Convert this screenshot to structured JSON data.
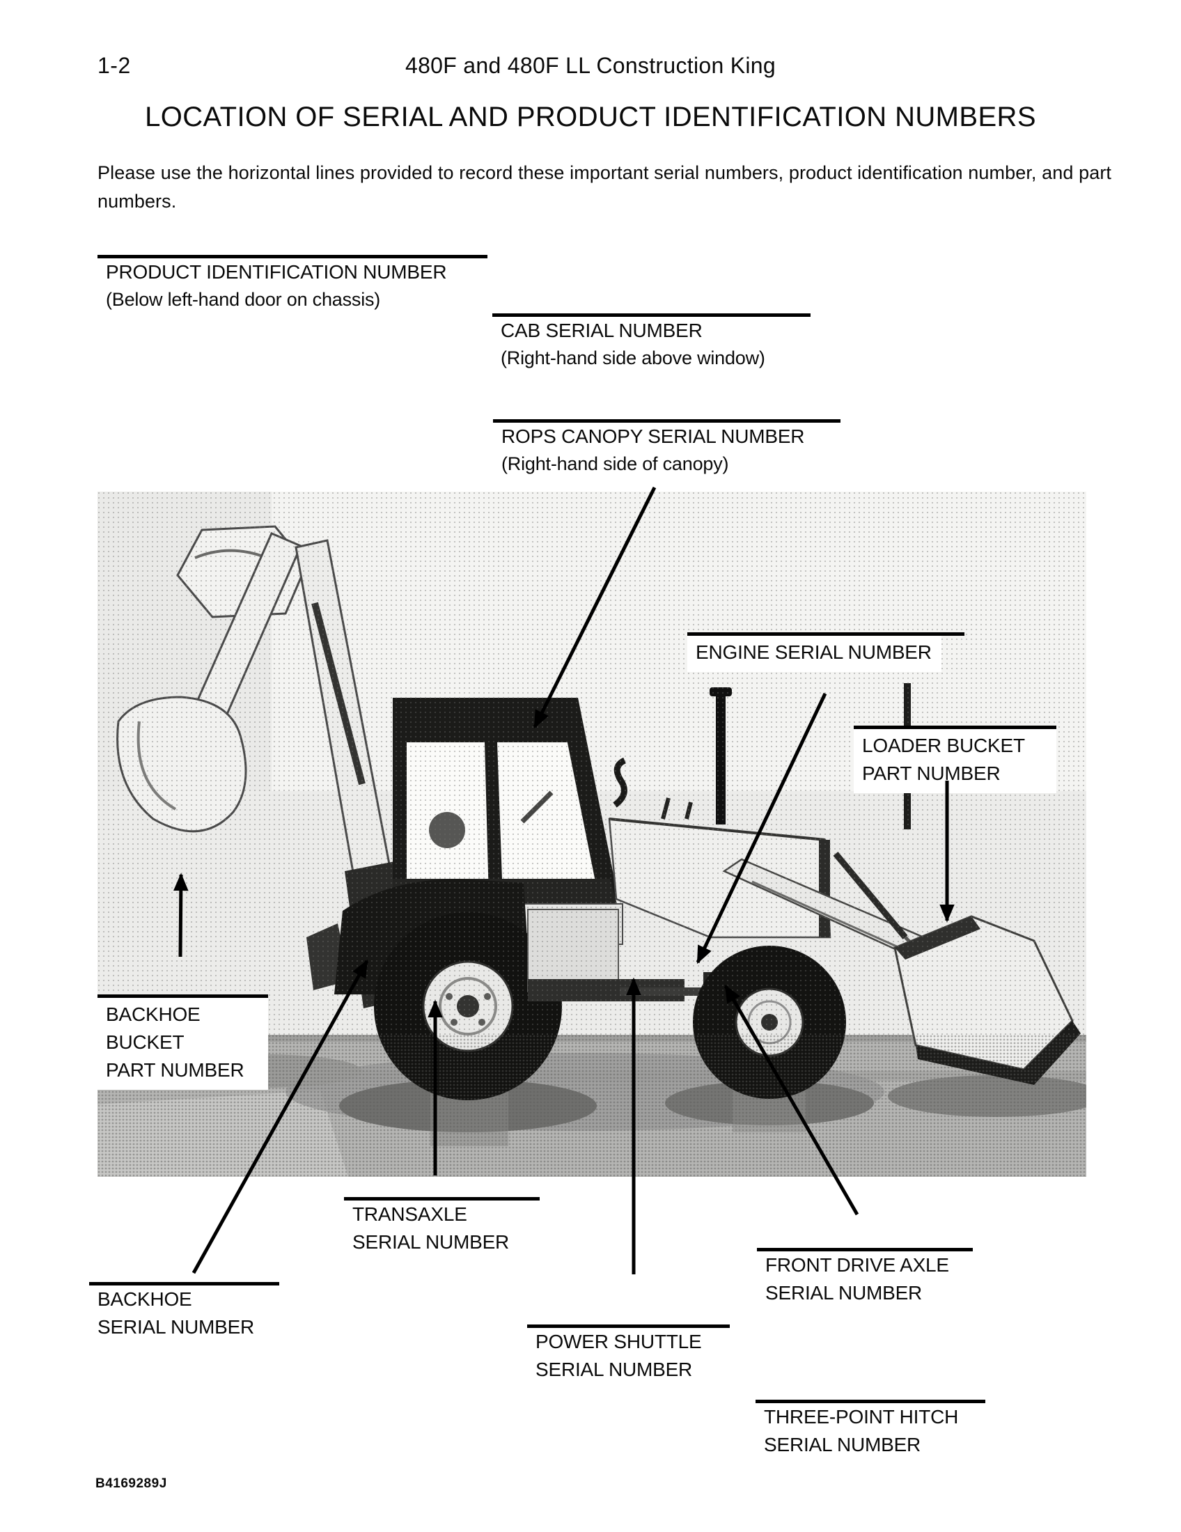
{
  "page": {
    "page_number": "1-2",
    "header_title": "480F and 480F LL Construction King",
    "title": "LOCATION OF SERIAL AND PRODUCT IDENTIFICATION NUMBERS",
    "intro": "Please use the horizontal lines provided to record these important serial numbers, product identification number, and part numbers.",
    "doc_code": "B4169289J"
  },
  "callouts": {
    "product_id": {
      "label": "PRODUCT IDENTIFICATION NUMBER",
      "note": "(Below left-hand door on chassis)"
    },
    "cab": {
      "label": "CAB SERIAL NUMBER",
      "note": "(Right-hand side above window)"
    },
    "rops": {
      "label": "ROPS CANOPY SERIAL NUMBER",
      "note": "(Right-hand side of canopy)"
    },
    "engine": {
      "label": "ENGINE SERIAL NUMBER"
    },
    "loader_bucket": {
      "line1": "LOADER BUCKET",
      "line2": "PART NUMBER"
    },
    "backhoe_bucket": {
      "line1": "BACKHOE",
      "line2": "BUCKET",
      "line3": "PART NUMBER"
    },
    "transaxle": {
      "line1": "TRANSAXLE",
      "line2": "SERIAL NUMBER"
    },
    "backhoe_serial": {
      "line1": "BACKHOE",
      "line2": "SERIAL NUMBER"
    },
    "front_drive_axle": {
      "line1": "FRONT DRIVE AXLE",
      "line2": "SERIAL NUMBER"
    },
    "power_shuttle": {
      "line1": "POWER SHUTTLE",
      "line2": "SERIAL NUMBER"
    },
    "three_point_hitch": {
      "line1": "THREE-POINT HITCH",
      "line2": "SERIAL NUMBER"
    }
  }
}
